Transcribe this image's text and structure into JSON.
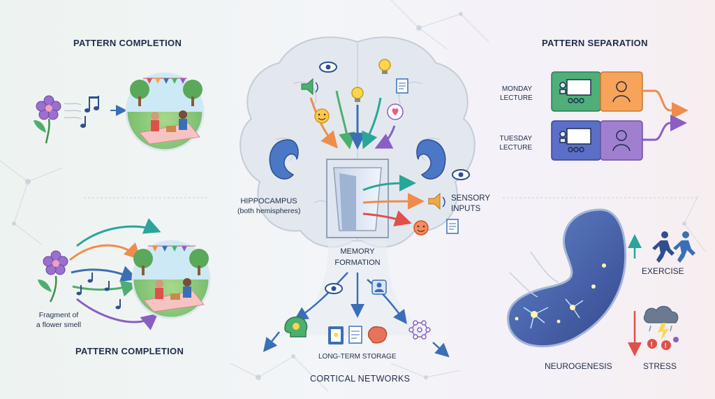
{
  "headings": {
    "pattern_completion_top": "PATTERN COMPLETION",
    "pattern_completion_bottom": "PATTERN COMPLETION",
    "pattern_separation": "PATTERN SEPARATION"
  },
  "hippocampus": {
    "line1": "HIPPOCAMPUS",
    "line2": "(both hemispheres)"
  },
  "memory_formation": {
    "line1": "MEMORY",
    "line2": "FORMATION"
  },
  "sensory_inputs": {
    "line1": "SENSORY",
    "line2": "INPUTS"
  },
  "fragment": {
    "line1": "Fragment of",
    "line2": "a flower smell"
  },
  "long_term_storage": "LONG-TERM STORAGE",
  "cortical_networks": "CORTICAL NETWORKS",
  "lectures": {
    "monday_line1": "MONDAY",
    "monday_line2": "LECTURE",
    "tuesday_line1": "TUESDAY",
    "tuesday_line2": "LECTURE"
  },
  "neurogenesis": "NEUROGENESIS",
  "exercise": "EXERCISE",
  "stress": "STRESS",
  "colors": {
    "green": "#4caf6e",
    "orange": "#f08c4a",
    "purple": "#8a5fc4",
    "blue": "#3b6fb5",
    "teal": "#2aa59a",
    "red": "#e0504a",
    "navy": "#1f2d4a"
  },
  "icons": [
    "flower-icon",
    "music-note-icon",
    "eye-icon",
    "lightbulb-icon",
    "speaker-icon",
    "document-icon",
    "smiley-icon",
    "heart-bubble-icon",
    "ear-icon",
    "doorway-icon",
    "person-icon",
    "teacher-icon",
    "runner-icon",
    "storm-cloud-icon",
    "neuron-icon",
    "head-icon",
    "book-icon",
    "network-icon",
    "brain-icon"
  ]
}
